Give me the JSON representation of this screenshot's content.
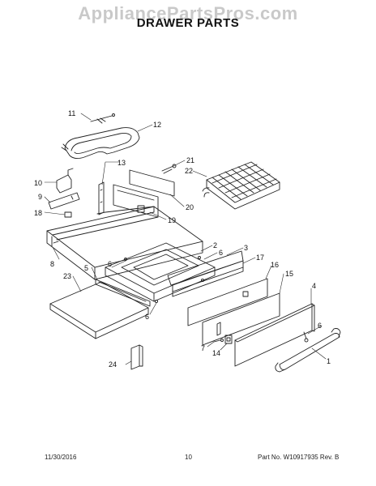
{
  "watermark": "AppliancePartsPros.com",
  "title": "DRAWER PARTS",
  "callouts": {
    "c1": "1",
    "c2": "2",
    "c3": "3",
    "c4": "4",
    "c5": "5",
    "c6a": "6",
    "c6b": "6",
    "c6c": "6",
    "c6d": "6",
    "c7": "7",
    "c8": "8",
    "c9": "9",
    "c10": "10",
    "c11": "11",
    "c12": "12",
    "c13": "13",
    "c14": "14",
    "c15": "15",
    "c16": "16",
    "c17": "17",
    "c18": "18",
    "c19": "19",
    "c20": "20",
    "c21": "21",
    "c22": "22",
    "c23": "23",
    "c24": "24"
  },
  "footer": {
    "date": "11/30/2016",
    "page": "10",
    "part_number": "Part No. W10917935  Rev. B"
  }
}
